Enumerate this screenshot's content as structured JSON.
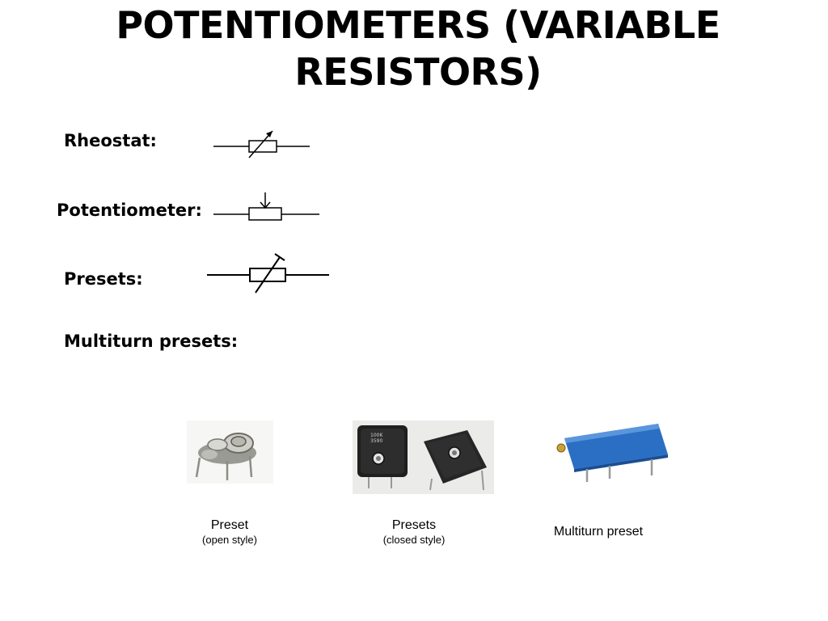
{
  "title": "POTENTIOMETERS (VARIABLE RESISTORS)",
  "symbols": {
    "rheostat": {
      "label": "Rheostat:"
    },
    "potentiometer": {
      "label": "Potentiometer:"
    },
    "presets": {
      "label": "Presets:"
    },
    "multiturn": {
      "label": "Multiturn presets:"
    }
  },
  "photos": [
    {
      "caption": "Preset",
      "sub": "(open style)"
    },
    {
      "caption": "Presets",
      "sub": "(closed style)"
    },
    {
      "caption": "Multiturn preset",
      "sub": ""
    }
  ]
}
